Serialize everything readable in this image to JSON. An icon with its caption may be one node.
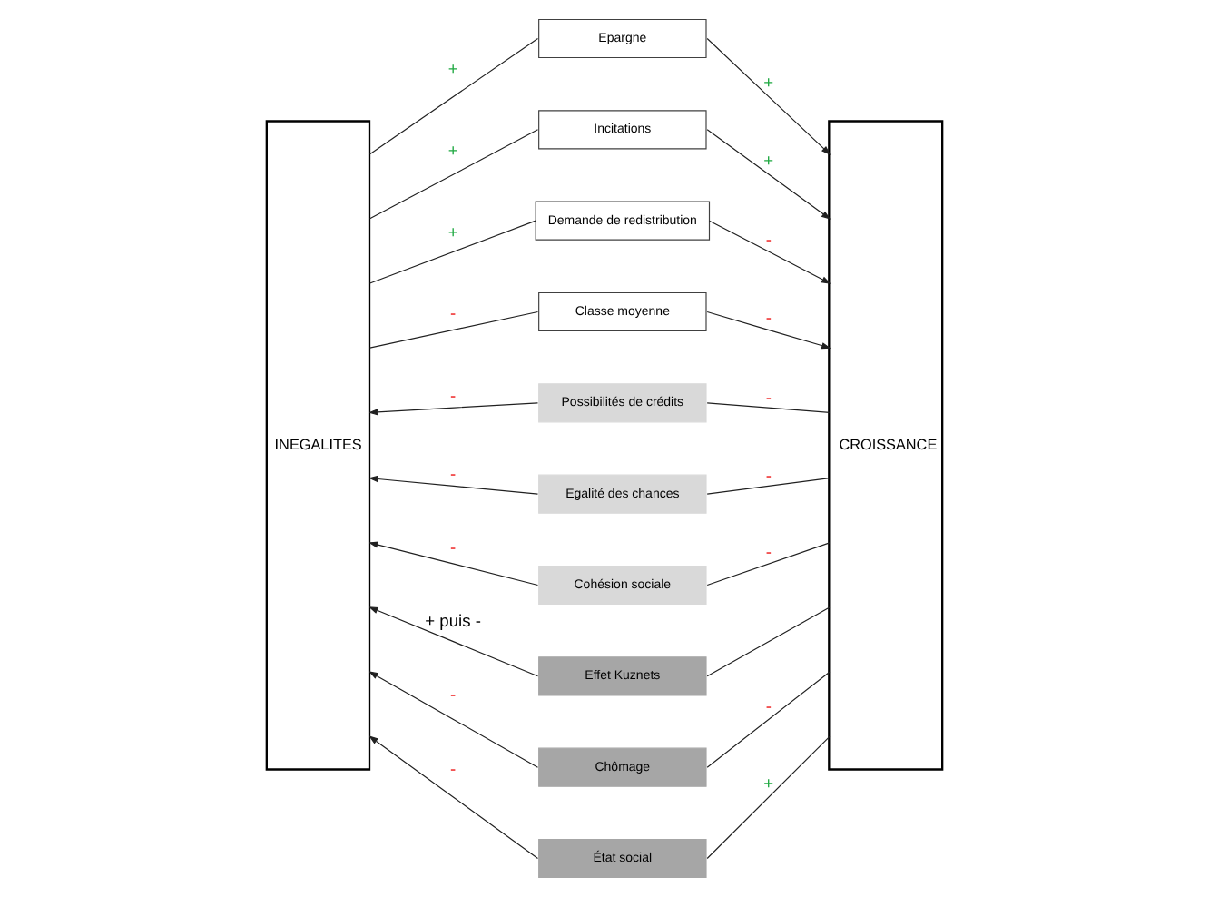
{
  "diagram": {
    "nodes": [
      {
        "text": [
          "INEGALITES"
        ]
      },
      {
        "text": [
          "Epargne"
        ]
      },
      {
        "text": [
          "Incitations"
        ]
      },
      {
        "text": [
          "Demande de redistribution"
        ]
      },
      {
        "text": [
          "Classe moyenne"
        ]
      },
      {
        "text": [
          "Possibilités de crédits"
        ]
      },
      {
        "text": [
          "Egalité des chances"
        ]
      },
      {
        "text": [
          "Cohésion sociale"
        ]
      },
      {
        "text": [
          "Effet Kuznets"
        ]
      },
      {
        "text": [
          "Chômage"
        ]
      },
      {
        "text": [
          "État social"
        ]
      },
      {
        "text": [
          "CROISSANCE"
        ]
      }
    ],
    "edges": [
      {
        "from": 0,
        "to": 1,
        "arrow": "none",
        "label": "+"
      },
      {
        "from": 1,
        "to": 11,
        "arrow": "to",
        "label": "+"
      },
      {
        "from": 0,
        "to": 2,
        "arrow": "none",
        "label": "+"
      },
      {
        "from": 2,
        "to": 11,
        "arrow": "to",
        "label": "+"
      },
      {
        "from": 0,
        "to": 3,
        "arrow": "none",
        "label": "+"
      },
      {
        "from": 3,
        "to": 11,
        "arrow": "to",
        "label": "-"
      },
      {
        "from": 0,
        "to": 4,
        "arrow": "none",
        "label": "-"
      },
      {
        "from": 4,
        "to": 11,
        "arrow": "to",
        "label": "-"
      },
      {
        "from": 11,
        "to": 5,
        "arrow": "none",
        "label": "-"
      },
      {
        "from": 5,
        "to": 0,
        "arrow": "to",
        "label": "-"
      },
      {
        "from": 11,
        "to": 6,
        "arrow": "none",
        "label": "-"
      },
      {
        "from": 6,
        "to": 0,
        "arrow": "to",
        "label": "-"
      },
      {
        "from": 11,
        "to": 7,
        "arrow": "none",
        "label": "-"
      },
      {
        "from": 7,
        "to": 0,
        "arrow": "to",
        "label": "-"
      },
      {
        "from": 11,
        "to": 8,
        "arrow": "none"
      },
      {
        "from": 8,
        "to": 0,
        "arrow": "to",
        "label": "+ puis -"
      },
      {
        "from": 11,
        "to": 9,
        "arrow": "none",
        "label": "-"
      },
      {
        "from": 9,
        "to": 0,
        "arrow": "to",
        "label": "-"
      },
      {
        "from": 11,
        "to": 10,
        "arrow": "none",
        "label": "+"
      },
      {
        "from": 10,
        "to": 0,
        "arrow": "to",
        "label": "-"
      }
    ]
  }
}
